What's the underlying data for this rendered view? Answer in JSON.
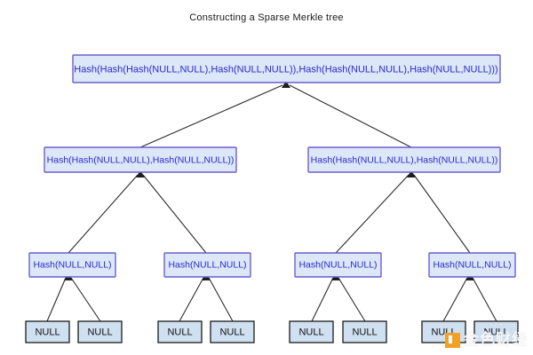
{
  "title": "Constructing a Sparse Merkle tree",
  "colors": {
    "background": "#ffffff",
    "hash_node_fill": "#dce7f8",
    "hash_node_border": "#6b5fd0",
    "hash_node_text": "#2a2ad0",
    "leaf_fill": "#cfe0f1",
    "leaf_border": "#1b1b1b",
    "leaf_text": "#111111",
    "edge": "#2b2b2b",
    "title_text": "#1a1a1a",
    "watermark_mark": "#f0a225"
  },
  "tree": {
    "root": {
      "label": "Hash(Hash(Hash(NULL,NULL),Hash(NULL,NULL)),Hash(Hash(NULL,NULL),Hash(NULL,NULL)))"
    },
    "level2": [
      {
        "label": "Hash(Hash(NULL,NULL),Hash(NULL,NULL))"
      },
      {
        "label": "Hash(Hash(NULL,NULL),Hash(NULL,NULL))"
      }
    ],
    "level3": [
      {
        "label": "Hash(NULL,NULL)"
      },
      {
        "label": "Hash(NULL,NULL)"
      },
      {
        "label": "Hash(NULL,NULL)"
      },
      {
        "label": "Hash(NULL,NULL)"
      }
    ],
    "leaves": [
      {
        "label": "NULL"
      },
      {
        "label": "NULL"
      },
      {
        "label": "NULL"
      },
      {
        "label": "NULL"
      },
      {
        "label": "NULL"
      },
      {
        "label": "NULL"
      },
      {
        "label": "NULL"
      },
      {
        "label": "NULL"
      }
    ]
  },
  "watermark": {
    "text": "金色财经",
    "mark_icon": "square-logo-icon"
  }
}
